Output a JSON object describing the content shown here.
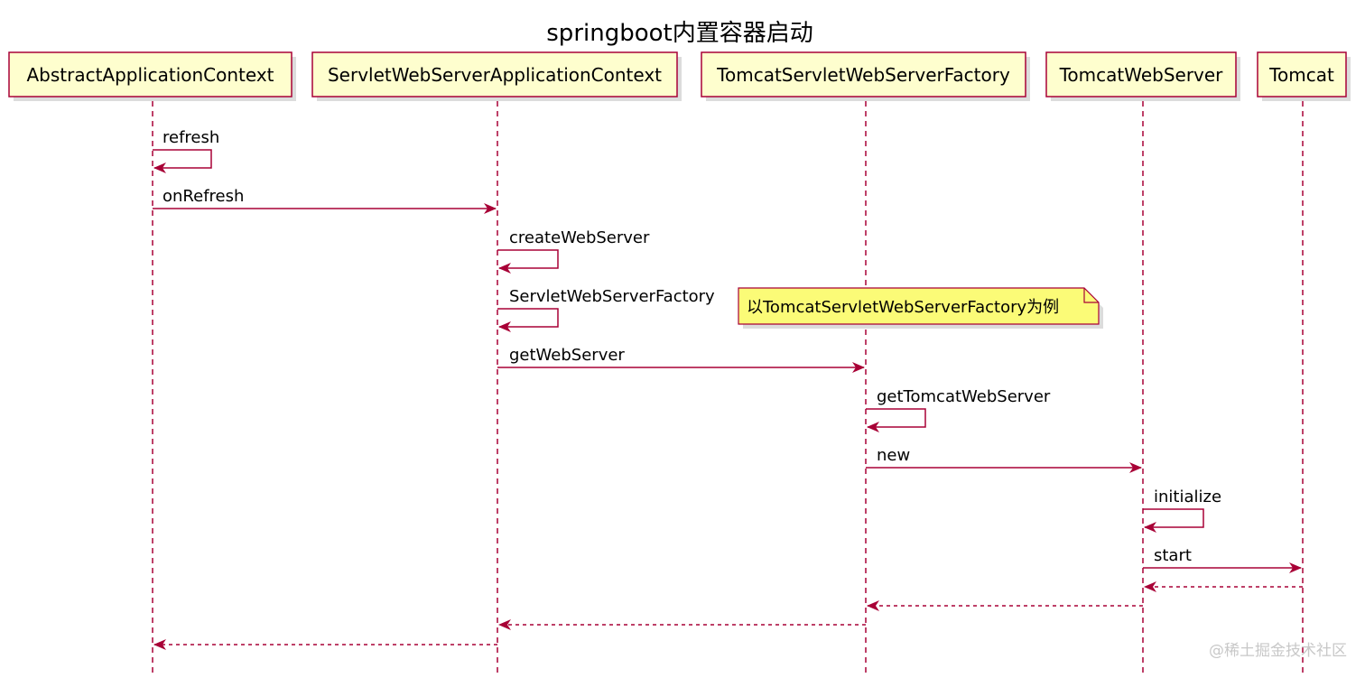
{
  "diagram": {
    "title": "springboot内置容器启动",
    "participants": [
      {
        "id": "abstract",
        "label": "AbstractApplicationContext"
      },
      {
        "id": "servletctx",
        "label": "ServletWebServerApplicationContext"
      },
      {
        "id": "factory",
        "label": "TomcatServletWebServerFactory"
      },
      {
        "id": "webserver",
        "label": "TomcatWebServer"
      },
      {
        "id": "tomcat",
        "label": "Tomcat"
      }
    ],
    "messages": [
      {
        "from": "abstract",
        "to": "abstract",
        "label": "refresh",
        "style": "solid"
      },
      {
        "from": "abstract",
        "to": "servletctx",
        "label": "onRefresh",
        "style": "solid"
      },
      {
        "from": "servletctx",
        "to": "servletctx",
        "label": "createWebServer",
        "style": "solid"
      },
      {
        "from": "servletctx",
        "to": "servletctx",
        "label": "ServletWebServerFactory",
        "style": "solid"
      },
      {
        "from": "servletctx",
        "to": "factory",
        "label": "getWebServer",
        "style": "solid"
      },
      {
        "from": "factory",
        "to": "factory",
        "label": "getTomcatWebServer",
        "style": "solid"
      },
      {
        "from": "factory",
        "to": "webserver",
        "label": "new",
        "style": "solid"
      },
      {
        "from": "webserver",
        "to": "webserver",
        "label": "initialize",
        "style": "solid"
      },
      {
        "from": "webserver",
        "to": "tomcat",
        "label": "start",
        "style": "solid"
      },
      {
        "from": "tomcat",
        "to": "webserver",
        "label": "",
        "style": "dashed"
      },
      {
        "from": "webserver",
        "to": "factory",
        "label": "",
        "style": "dashed"
      },
      {
        "from": "factory",
        "to": "servletctx",
        "label": "",
        "style": "dashed"
      },
      {
        "from": "servletctx",
        "to": "abstract",
        "label": "",
        "style": "dashed"
      }
    ],
    "note": {
      "text": "以TomcatServletWebServerFactory为例",
      "attached_to_message": 3
    }
  },
  "colors": {
    "line": "#A80036",
    "participant_fill": "#FEFECE",
    "note_fill": "#FBFB77",
    "watermark": "#c8c8c8"
  },
  "watermark": "@稀土掘金技术社区"
}
